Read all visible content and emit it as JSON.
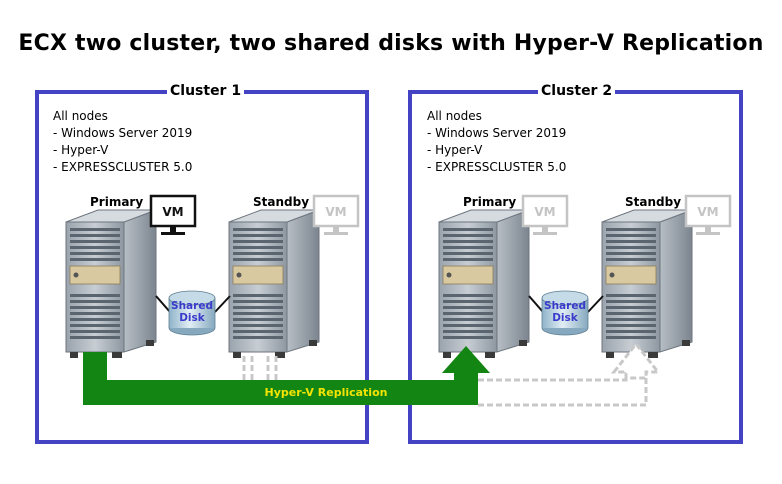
{
  "title": "ECX two cluster, two shared disks with Hyper-V Replication",
  "clusters": [
    {
      "label": "Cluster 1",
      "notes": [
        "All nodes",
        "- Windows Server 2019",
        "- Hyper-V",
        "- EXPRESSCLUSTER 5.0"
      ],
      "nodes": [
        {
          "label": "Primary",
          "vm_label": "VM",
          "vm_active": true
        },
        {
          "label": "Standby",
          "vm_label": "VM",
          "vm_active": false
        }
      ],
      "disk": {
        "line1": "Shared",
        "line2": "Disk"
      }
    },
    {
      "label": "Cluster 2",
      "notes": [
        "All nodes",
        "- Windows Server 2019",
        "- Hyper-V",
        "- EXPRESSCLUSTER 5.0"
      ],
      "nodes": [
        {
          "label": "Primary",
          "vm_label": "VM",
          "vm_active": false
        },
        {
          "label": "Standby",
          "vm_label": "VM",
          "vm_active": false
        }
      ],
      "disk": {
        "line1": "Shared",
        "line2": "Disk"
      }
    }
  ],
  "replication": {
    "label": "Hyper-V Replication"
  },
  "colors": {
    "cluster_border": "#4343c3",
    "replication_arrow": "#138513",
    "replication_text": "#f2e400",
    "standby_path": "#c8c8c8",
    "disk_text": "#3a3acb"
  }
}
